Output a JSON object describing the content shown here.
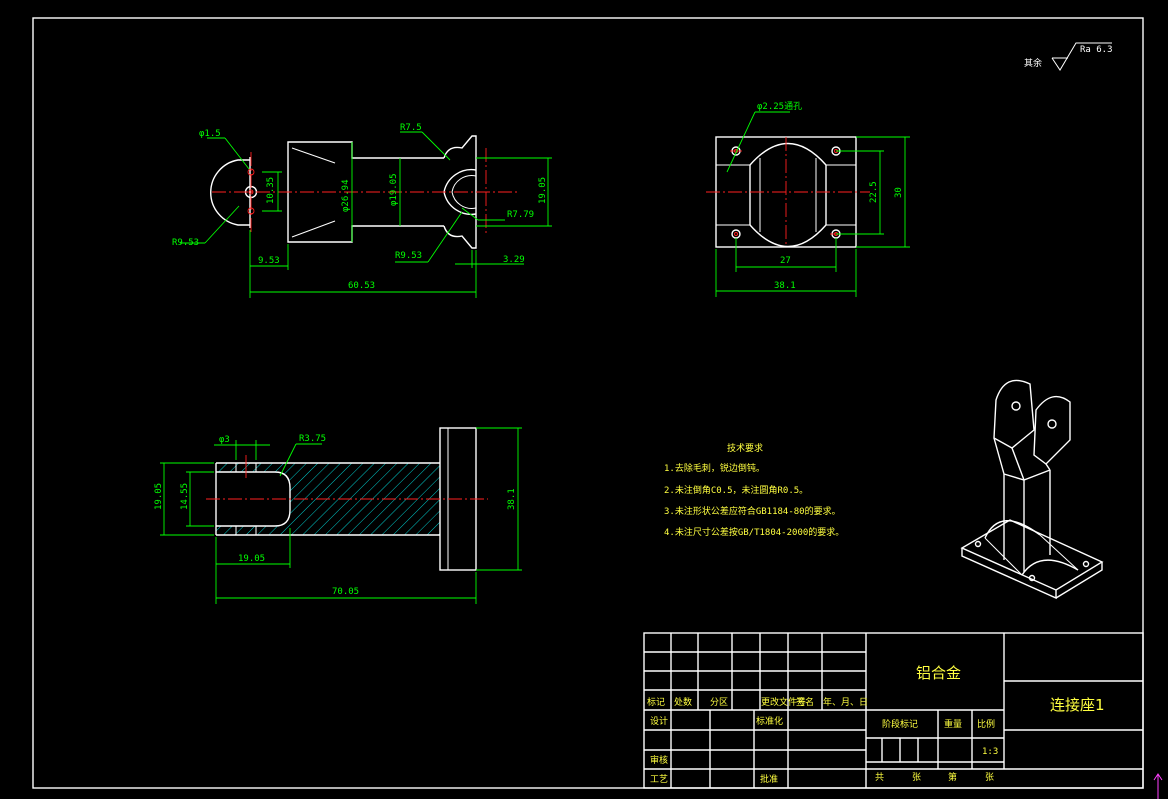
{
  "symbols": {
    "surface_rest": "其余",
    "roughness": "Ra 6.3"
  },
  "top_view": {
    "dims": {
      "hole_dia": "φ1.5",
      "radius_outer": "R9.53",
      "small_h": "10.35",
      "dia_outer": "φ26.94",
      "dia_inner": "φ19.05",
      "r_top": "R7.5",
      "r_mid": "R7.79",
      "r_bot": "R9.53",
      "h_right": "19.05",
      "w_left": "9.53",
      "w_flange": "3.29",
      "total_len": "60.53"
    }
  },
  "side_view": {
    "dims": {
      "hole_label": "φ2.25通孔",
      "h_inner": "22.5",
      "h_outer": "30",
      "w_inner": "27",
      "w_outer": "38.1"
    }
  },
  "section_view": {
    "dims": {
      "hole_dia": "φ3",
      "radius": "R3.75",
      "h_outer": "19.05",
      "h_inner": "14.55",
      "flange_h": "38.1",
      "w_fork": "19.05",
      "total_len": "70.05"
    }
  },
  "tech_req": {
    "title": "技术要求",
    "items": [
      "1.去除毛刺，锐边倒钝。",
      "2.未注倒角C0.5，未注圆角R0.5。",
      "3.未注形状公差应符合GB1184-80的要求。",
      "4.未注尺寸公差按GB/T1804-2000的要求。"
    ]
  },
  "title_block": {
    "material": "铝合金",
    "part_name": "连接座1",
    "row_headers": [
      "标记",
      "处数",
      "分区",
      "更改文件号",
      "签名",
      "年、月、日"
    ],
    "design": "设计",
    "standardize": "标准化",
    "stage_mark": "阶段标记",
    "weight": "重量",
    "scale_label": "比例",
    "scale_value": "1:3",
    "check": "审核",
    "process": "工艺",
    "approve": "批准",
    "total": "共",
    "sheets": "张",
    "page": "第",
    "sheet2": "张"
  },
  "colors": {
    "outline": "#ffffff",
    "dimension": "#00ff00",
    "centerline": "#ff2020",
    "hatch": "#00ffff",
    "annotation": "#ffff40",
    "background": "#000000"
  }
}
